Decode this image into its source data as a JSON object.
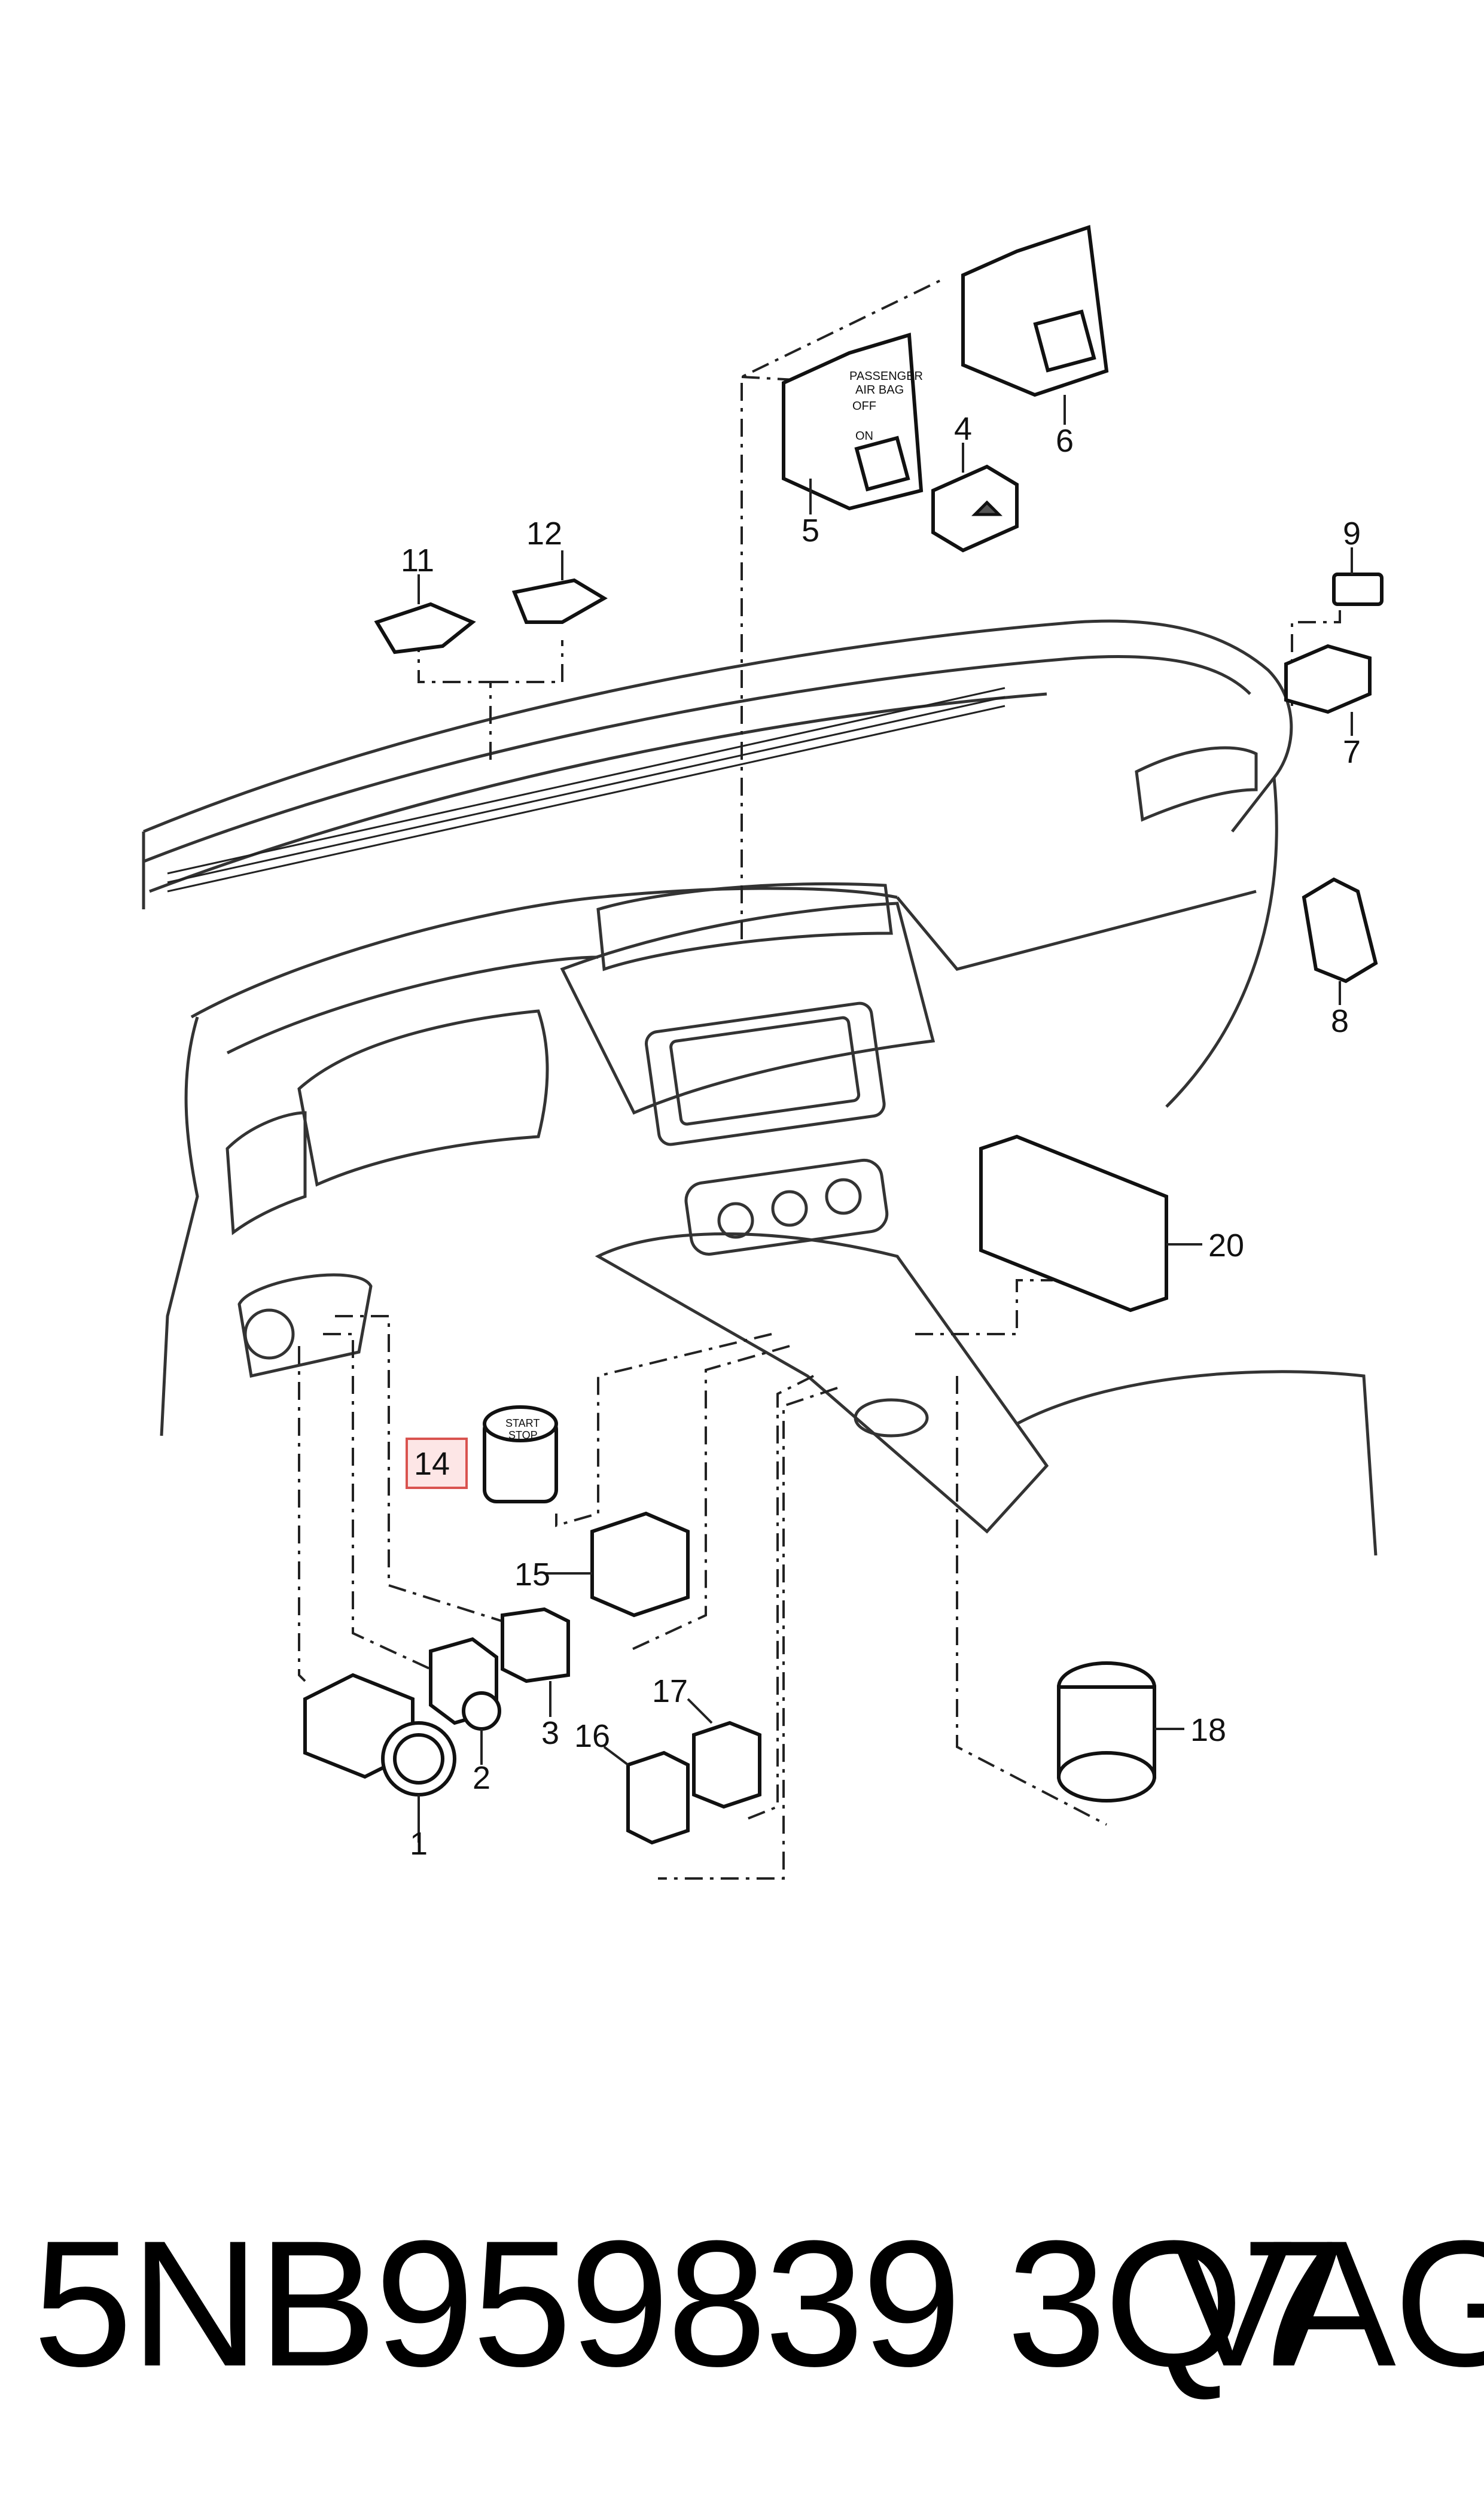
{
  "callouts": [
    {
      "id": "1",
      "label": "1"
    },
    {
      "id": "2",
      "label": "2"
    },
    {
      "id": "3",
      "label": "3"
    },
    {
      "id": "4",
      "label": "4"
    },
    {
      "id": "5",
      "label": "5"
    },
    {
      "id": "6",
      "label": "6"
    },
    {
      "id": "7",
      "label": "7"
    },
    {
      "id": "8",
      "label": "8"
    },
    {
      "id": "9",
      "label": "9"
    },
    {
      "id": "11",
      "label": "11"
    },
    {
      "id": "12",
      "label": "12"
    },
    {
      "id": "14",
      "label": "14",
      "highlighted": true
    },
    {
      "id": "15",
      "label": "15"
    },
    {
      "id": "16",
      "label": "16"
    },
    {
      "id": "17",
      "label": "17"
    },
    {
      "id": "18",
      "label": "18"
    },
    {
      "id": "20",
      "label": "20"
    }
  ],
  "airbag_panel": {
    "line1": "PASSENGER",
    "line2": "AIR BAG",
    "off": "OFF",
    "on": "ON"
  },
  "part_14_label": {
    "line1": "START",
    "line2": "STOP"
  },
  "footer": {
    "part_number": "5NB959839 3Q7",
    "brand": "VAG"
  },
  "colors": {
    "highlight_fill": "#fde6e6",
    "highlight_stroke": "#d9534f",
    "line": "#222222"
  }
}
